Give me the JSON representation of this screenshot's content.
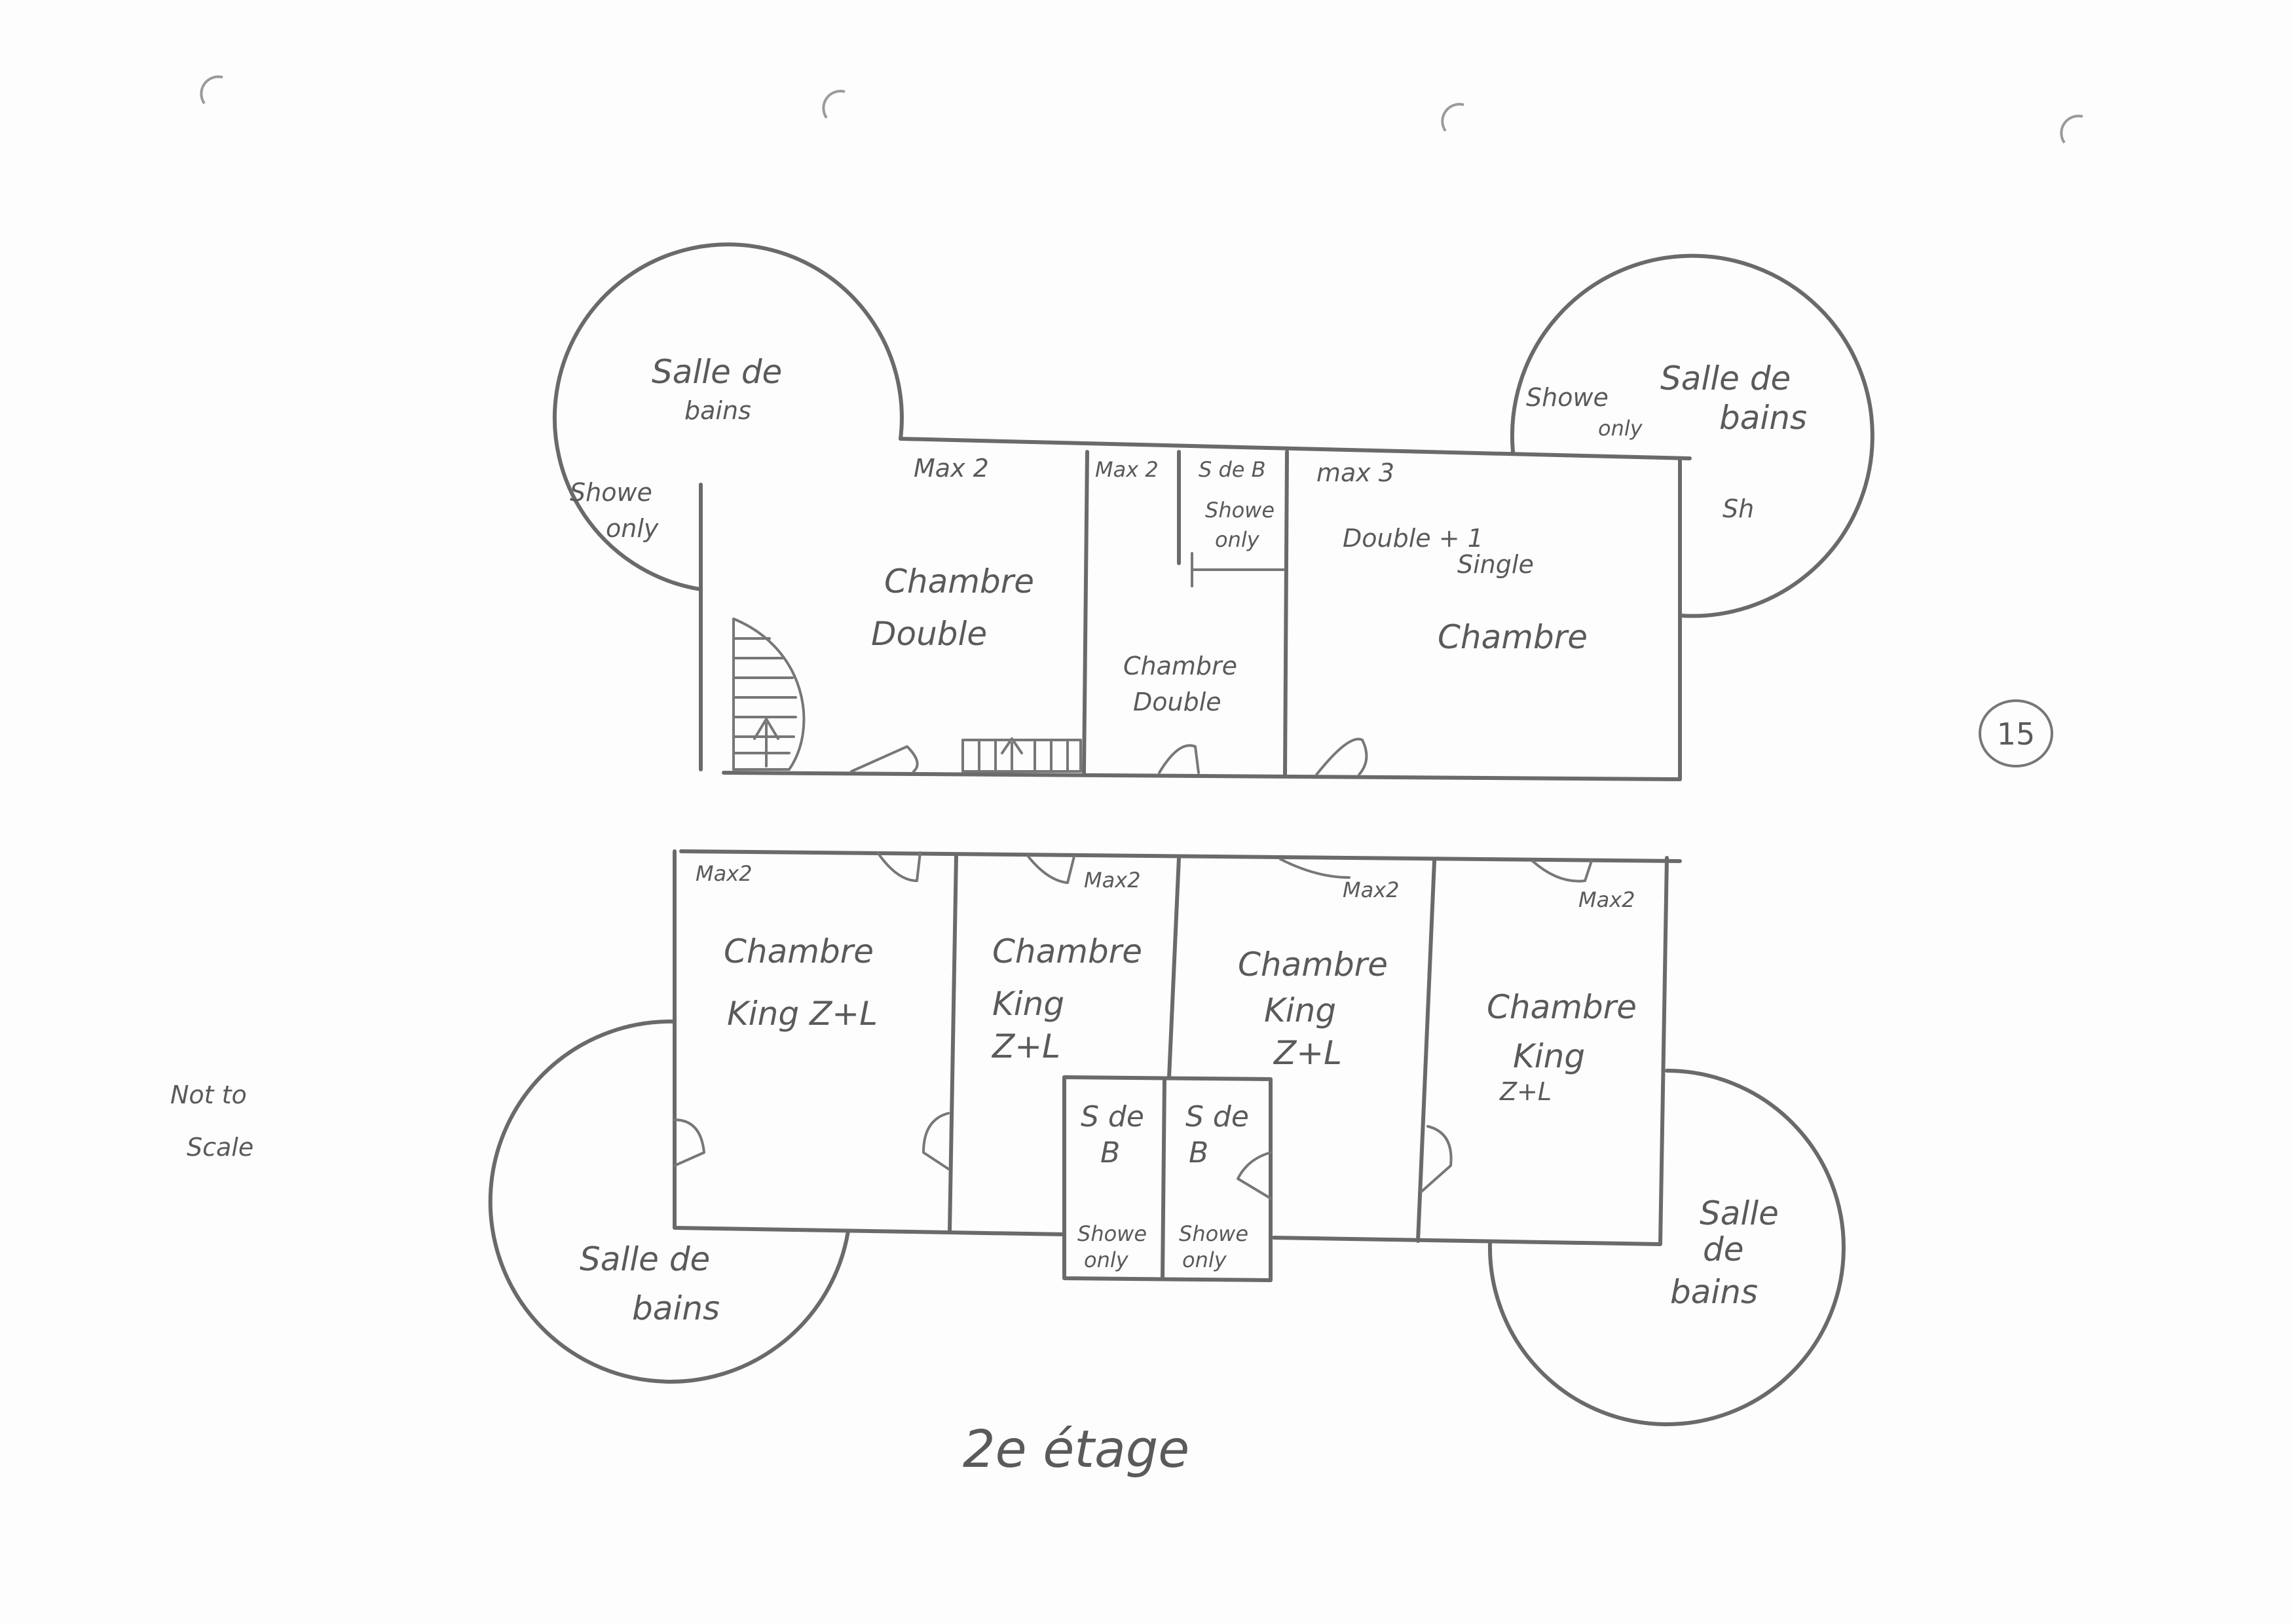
{
  "floor_title": "2e étage",
  "page_number": "15",
  "scale_note": [
    "Not to",
    "Scale"
  ],
  "top_rooms": [
    {
      "id": "left",
      "capacity": "Max 2",
      "lines": [
        "Chambre",
        "Double"
      ]
    },
    {
      "id": "middle",
      "capacity": "Max 2",
      "lines": [
        "Chambre",
        "Double"
      ],
      "bath": "S de B",
      "bath_note": [
        "Showe",
        "only"
      ]
    },
    {
      "id": "right",
      "capacity": "max 3",
      "beds": [
        "Double + 1",
        "Single"
      ],
      "lines": [
        "Chambre"
      ]
    }
  ],
  "bottom_rooms": [
    {
      "capacity": "Max2",
      "lines": [
        "Chambre",
        "King  Z+L"
      ]
    },
    {
      "capacity": "Max2",
      "lines": [
        "Chambre",
        "King",
        "Z+L"
      ]
    },
    {
      "capacity": "Max2",
      "lines": [
        "Chambre",
        "King",
        "Z+L"
      ]
    },
    {
      "capacity": "Max2",
      "lines": [
        "Chambre",
        "King",
        "Z+L"
      ]
    }
  ],
  "small_baths": [
    {
      "lines": [
        "S de",
        "B"
      ],
      "note": [
        "Showe",
        "only"
      ]
    },
    {
      "lines": [
        "S de",
        "B"
      ],
      "note": [
        "Showe",
        "only"
      ]
    }
  ],
  "towers": {
    "top_left": {
      "lines": [
        "Salle de",
        "bains"
      ],
      "note": [
        "Showe",
        "only"
      ]
    },
    "top_right": {
      "lines": [
        "Salle de",
        "bains"
      ],
      "note": [
        "Showe",
        "only"
      ],
      "abbr": "Sh"
    },
    "bottom_left": {
      "lines": [
        "Salle de",
        "bains"
      ]
    },
    "bottom_right": {
      "lines": [
        "Salle",
        "de",
        "bains"
      ]
    }
  }
}
